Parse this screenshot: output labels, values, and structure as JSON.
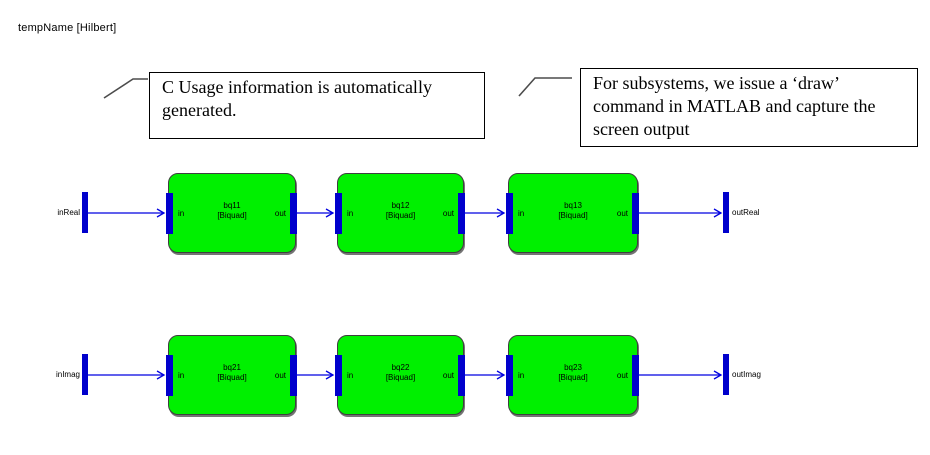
{
  "title": "tempName [Hilbert]",
  "callouts": [
    {
      "text": "C Usage information is automatically generated."
    },
    {
      "text": "For subsystems, we issue a ‘draw’ command in MATLAB and capture the screen output"
    }
  ],
  "colors": {
    "block_fill": "#00f000",
    "port_bar_blue": "#0000cc",
    "signal_blue": "#0000e0"
  },
  "rows": [
    {
      "input_label": "inReal",
      "output_label": "outReal",
      "blocks": [
        {
          "name": "bq11",
          "type": "[Biquad]",
          "in": "in",
          "out": "out"
        },
        {
          "name": "bq12",
          "type": "[Biquad]",
          "in": "in",
          "out": "out"
        },
        {
          "name": "bq13",
          "type": "[Biquad]",
          "in": "in",
          "out": "out"
        }
      ]
    },
    {
      "input_label": "inImag",
      "output_label": "outImag",
      "blocks": [
        {
          "name": "bq21",
          "type": "[Biquad]",
          "in": "in",
          "out": "out"
        },
        {
          "name": "bq22",
          "type": "[Biquad]",
          "in": "in",
          "out": "out"
        },
        {
          "name": "bq23",
          "type": "[Biquad]",
          "in": "in",
          "out": "out"
        }
      ]
    }
  ]
}
